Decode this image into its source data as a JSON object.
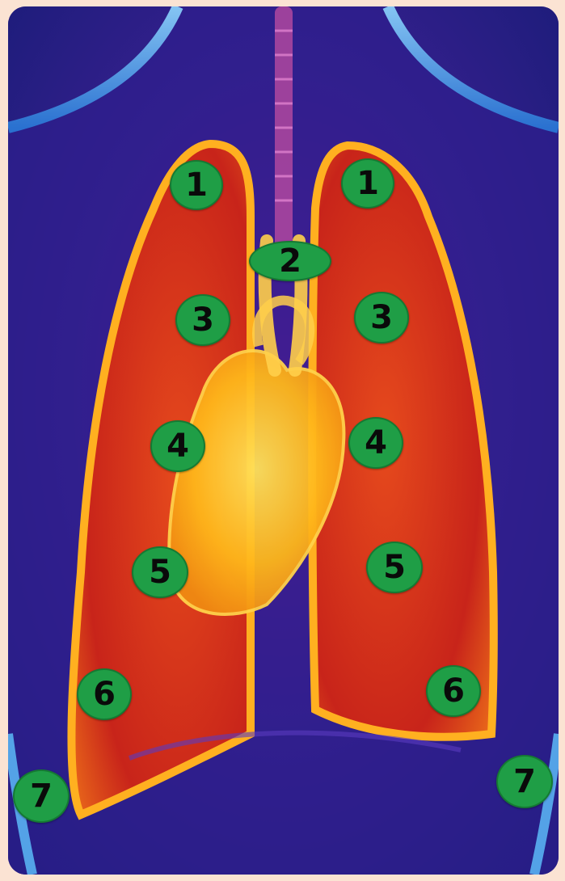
{
  "image": {
    "subject": "thorax-lungs-heart",
    "markers": [
      {
        "id": "m1a",
        "label": "1"
      },
      {
        "id": "m1b",
        "label": "1"
      },
      {
        "id": "m2",
        "label": "2"
      },
      {
        "id": "m3a",
        "label": "3"
      },
      {
        "id": "m3b",
        "label": "3"
      },
      {
        "id": "m4a",
        "label": "4"
      },
      {
        "id": "m4b",
        "label": "4"
      },
      {
        "id": "m5a",
        "label": "5"
      },
      {
        "id": "m5b",
        "label": "5"
      },
      {
        "id": "m6a",
        "label": "6"
      },
      {
        "id": "m6b",
        "label": "6"
      },
      {
        "id": "m7a",
        "label": "7"
      },
      {
        "id": "m7b",
        "label": "7"
      }
    ],
    "colors": {
      "page_background": "#fbe3d3",
      "body_background": "#2b1c86",
      "body_outline": "#3aa0ff",
      "lung_fill": "#d8341a",
      "lung_edge": "#ffb020",
      "heart_fill": "#ffc21a",
      "marker_fill": "#1f9e46",
      "marker_text": "#0a0a0a"
    }
  }
}
